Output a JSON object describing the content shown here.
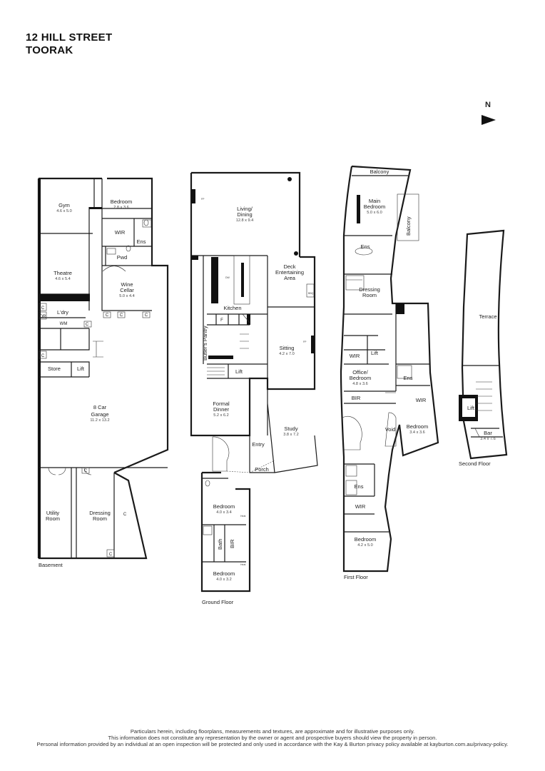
{
  "header": {
    "line1": "12 HILL STREET",
    "line2": "TOORAK"
  },
  "compass": {
    "label": "N"
  },
  "levels": {
    "basement": {
      "label": "Basement",
      "rooms": {
        "gym": {
          "name": "Gym",
          "dims": "4.6 x 5.0"
        },
        "bedroom": {
          "name": "Bedroom",
          "dims": "2.8 x 3.6"
        },
        "wir": {
          "name": "WIR"
        },
        "ens": {
          "name": "Ens"
        },
        "pwd": {
          "name": "Pwd"
        },
        "theatre": {
          "name": "Theatre",
          "dims": "4.6 x 5.4"
        },
        "wine": {
          "name1": "Wine",
          "name2": "Cellar",
          "dims": "5.0 x 4.4"
        },
        "ldry": {
          "name": "L'dry"
        },
        "wm": {
          "name": "WM"
        },
        "store": {
          "name": "Store"
        },
        "lift": {
          "name": "Lift"
        },
        "garage": {
          "name1": "8 Car",
          "name2": "Garage",
          "dims": "11.2 x 13.2"
        },
        "utility": {
          "name1": "Utility",
          "name2": "Room"
        },
        "dressing": {
          "name1": "Dressing",
          "name2": "Room"
        },
        "cupboard": "C",
        "dryer": "DR"
      }
    },
    "ground": {
      "label": "Ground Floor",
      "rooms": {
        "living": {
          "name1": "Living/",
          "name2": "Dining",
          "dims": "12.8 x 9.4"
        },
        "fp": "FP",
        "deck": {
          "name1": "Deck",
          "name2": "Entertaining",
          "name3": "Area"
        },
        "bbq": "BBQ",
        "kitchen": {
          "name": "Kitchen"
        },
        "butlers": {
          "name": "Butler's Pantry"
        },
        "fridge": "F",
        "sitting": {
          "name": "Sitting",
          "dims": "4.2 x 7.0"
        },
        "lift": {
          "name": "Lift"
        },
        "formal": {
          "name1": "Formal",
          "name2": "Dinner",
          "dims": "5.2 x 6.2"
        },
        "study": {
          "name": "Study",
          "dims": "3.8 x 7.2"
        },
        "entry": {
          "name": "Entry"
        },
        "porch": {
          "name": "Porch"
        },
        "bed1": {
          "name": "Bedroom",
          "dims": "4.0 x 3.4"
        },
        "bath": {
          "name": "Bath"
        },
        "bir": {
          "name": "BIR"
        },
        "bed2": {
          "name": "Bedroom",
          "dims": "4.0 x 3.2"
        },
        "dw": "DW",
        "heat": "Heat"
      }
    },
    "first": {
      "label": "First Floor",
      "rooms": {
        "balcony_top": {
          "name": "Balcony"
        },
        "main_bed": {
          "name1": "Main",
          "name2": "Bedroom",
          "dims": "5.0 x 6.0"
        },
        "balcony_side": {
          "name": "Balcony"
        },
        "ens": {
          "name": "Ens"
        },
        "dressing": {
          "name1": "Dressing",
          "name2": "Room"
        },
        "wir": {
          "name": "WIR"
        },
        "lift": {
          "name": "Lift"
        },
        "office": {
          "name1": "Office/",
          "name2": "Bedroom",
          "dims": "4.8 x 3.6"
        },
        "bir": {
          "name": "BIR"
        },
        "ens2": {
          "name": "Ens"
        },
        "wir2": {
          "name": "WIR"
        },
        "bedroom2": {
          "name": "Bedroom",
          "dims": "3.4 x 3.6"
        },
        "void": {
          "name": "Void"
        },
        "ens3": {
          "name": "Ens"
        },
        "wir3": {
          "name": "WIR"
        },
        "bedroom3": {
          "name": "Bedroom",
          "dims": "4.2 x 5.0"
        }
      }
    },
    "second": {
      "label": "Second Floor",
      "rooms": {
        "terrace": {
          "name": "Terrace"
        },
        "lift": {
          "name": "Lift"
        },
        "bar": {
          "name": "Bar",
          "dims": "3.4 x 7.6"
        }
      }
    }
  },
  "disclaimer": {
    "line1": "Particulars herein, including floorplans, measurements and textures, are approximate and for illustrative purposes only.",
    "line2": "This information does not constitute any representation by the owner or agent and prospective buyers should view the property in person.",
    "line3": "Personal information provided by an individual at an open inspection will be protected and only used in accordance with the Kay & Burton privacy policy available at kayburton.com.au/privacy-policy."
  }
}
